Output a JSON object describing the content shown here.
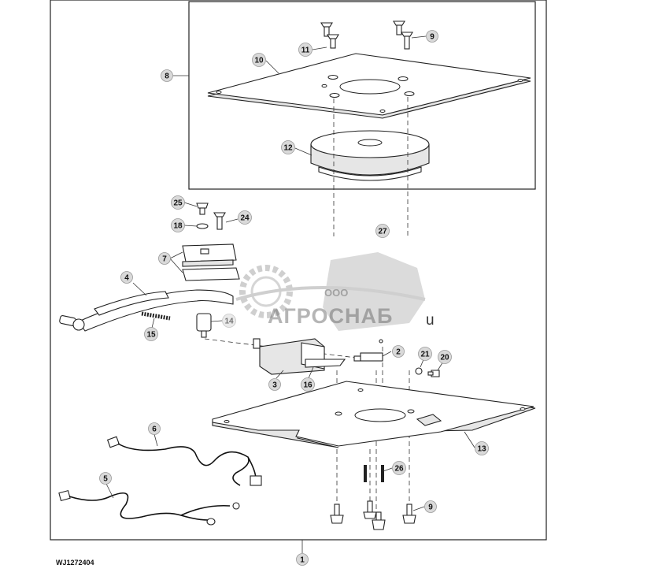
{
  "figure_code": "WJ1272404",
  "watermark": {
    "prefix": "ООО",
    "brand": "АГРОСНАБ",
    "suffix": "u"
  },
  "callouts": [
    "1",
    "2",
    "3",
    "4",
    "5",
    "6",
    "7",
    "8",
    "9",
    "9",
    "10",
    "11",
    "12",
    "13",
    "14",
    "15",
    "16",
    "18",
    "20",
    "21",
    "24",
    "25",
    "26",
    "27"
  ]
}
